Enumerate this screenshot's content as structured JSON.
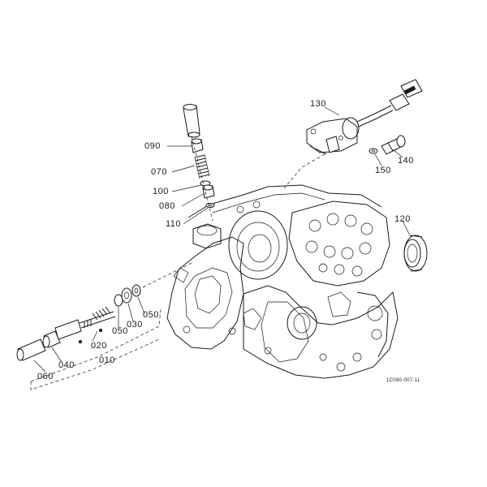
{
  "callouts": {
    "c130": "130",
    "c090": "090",
    "c070": "070",
    "c100": "100",
    "c080": "080",
    "c110": "110",
    "c150": "150",
    "c140": "140",
    "c120": "120",
    "c060": "060",
    "c040": "040",
    "c020": "020",
    "c010": "010",
    "c050a": "050",
    "c030": "030",
    "c050b": "050"
  },
  "figure_ref": "1C090-007-11"
}
